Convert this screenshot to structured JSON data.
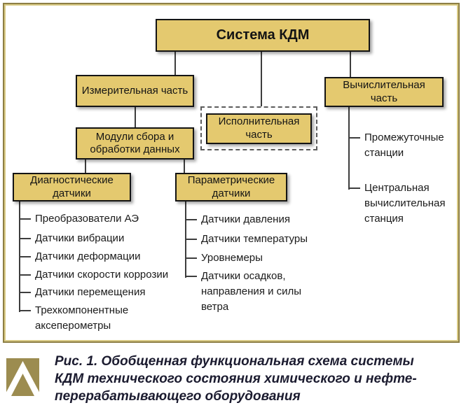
{
  "diagram": {
    "root_label": "Система КДМ",
    "measuring_label": "Измерительная часть",
    "executive_label": "Исполнительная часть",
    "computing_label": "Вычислительная часть",
    "modules_label": "Модули сбора и обработки данных",
    "diagnostic": {
      "label": "Диагностические датчики",
      "items": [
        {
          "label": "Преобразователи АЭ"
        },
        {
          "label": "Датчики вибрации"
        },
        {
          "label": "Датчики деформации"
        },
        {
          "label": "Датчики скорости коррозии"
        },
        {
          "label": "Датчики перемещения"
        },
        {
          "label": "Трехкомпонентные аксеперометры"
        }
      ]
    },
    "parametric": {
      "label": "Параметрические датчики",
      "items": [
        {
          "label": "Датчики давления"
        },
        {
          "label": "Датчики температуры"
        },
        {
          "label": "Уровнемеры"
        },
        {
          "label": "Датчики осадков, направления и силы ветра"
        }
      ]
    },
    "computing_items": [
      {
        "label": "Промежуточные станции"
      },
      {
        "label": "Центральная вычислительная станция"
      }
    ]
  },
  "figure": {
    "caption_line1": "Рис. 1. Обобщенная функциональная схема системы",
    "caption_line2": "КДМ технического состояния химического и нефте-",
    "caption_line3": "перерабатывающего оборудования"
  },
  "colors": {
    "node_fill": "#e4c96f",
    "node_border": "#141414",
    "frame_outer": "#8d7f46",
    "frame_inner": "#d9ca84",
    "connector": "#3d3d3d",
    "logo_gold": "#9c8c50",
    "caption_text": "#1b1b2f"
  }
}
